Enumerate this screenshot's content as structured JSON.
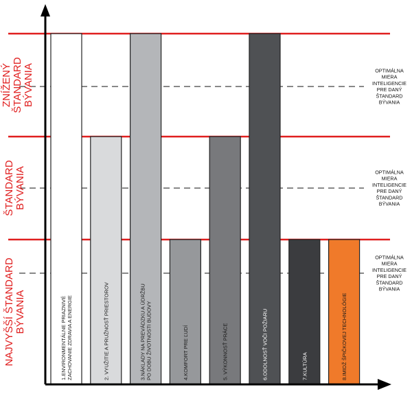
{
  "chart_data": {
    "type": "bar",
    "title": "",
    "xlabel": "",
    "ylabel": "",
    "levels": [
      1,
      2,
      3
    ],
    "ylim": [
      0,
      3
    ],
    "categories": [
      {
        "lines": [
          "1.ENVIRONMENTÁLNE PRIAZNIVÉ",
          "ZACHOVANIE ZDRAVIA A ENERGIE"
        ]
      },
      {
        "lines": [
          "2. VYUŽITIE A PRUŽNOSŤ PRIESTOROV"
        ]
      },
      {
        "lines": [
          "3.NÁKLADY NA PREVÁDZKU A ÚDRŽBU",
          "PO DOBU ŽIVOTNOSTI BUDOVY"
        ]
      },
      {
        "lines": [
          "4.KOMFORT PRE ĽUDÍ"
        ]
      },
      {
        "lines": [
          "5. VÝKONNOSŤ PRÁCE"
        ]
      },
      {
        "lines": [
          "6.ODOLNOSŤ VOČI POŽIARU"
        ]
      },
      {
        "lines": [
          "7.KULTÚRA"
        ]
      },
      {
        "lines": [
          "8.IMIDŽ ŠPIČKOVEJ TECHNOLÓGIE"
        ]
      }
    ],
    "values": [
      3,
      2,
      3,
      1,
      2,
      3,
      1,
      1
    ],
    "colors": [
      "#ffffff",
      "#d9dadc",
      "#b4b6b9",
      "#96989b",
      "#78797c",
      "#4f5154",
      "#3b3c3f",
      "#f07a2a"
    ],
    "bands": [
      {
        "lines": [
          "NAJVYŠŠÍ ŠTANDARD",
          "BÝVANIA"
        ]
      },
      {
        "lines": [
          "ŠTANDARD",
          "BÝVANIA"
        ]
      },
      {
        "lines": [
          "ZNÍŽENÝ",
          "ŠTANDARD",
          "BÝVANIA"
        ]
      }
    ],
    "optimal_note": [
      "OPTIMÁLNA",
      "MIERA",
      "INTELIGENCIE",
      "PRE  DANÝ",
      "ŠTANDARD",
      "BÝVANIA"
    ],
    "threshold_color": "#e01e1e",
    "grid": false,
    "legend": "none"
  }
}
